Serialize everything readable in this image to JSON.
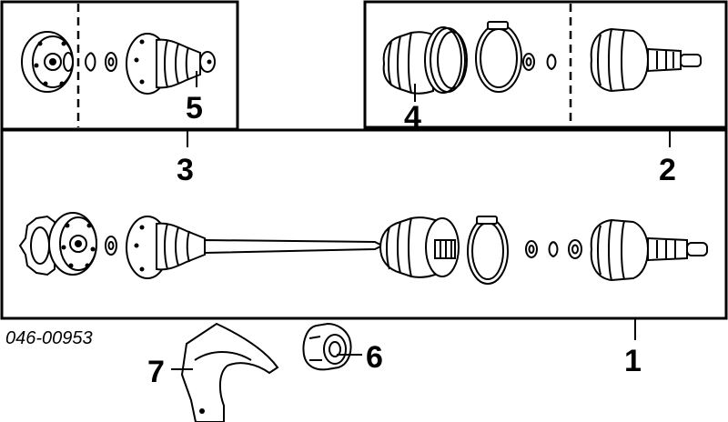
{
  "diagram": {
    "part_number": "046-00953",
    "callouts": {
      "c1": "1",
      "c2": "2",
      "c3": "3",
      "c4": "4",
      "c5": "5",
      "c6": "6",
      "c7": "7"
    }
  }
}
